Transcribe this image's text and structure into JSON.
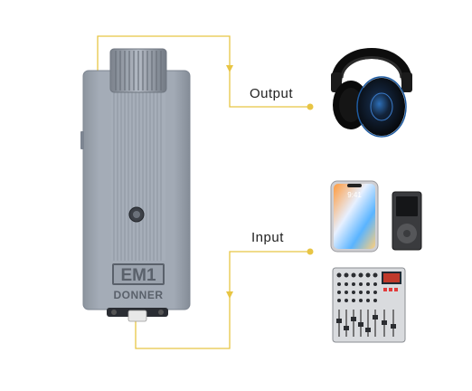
{
  "labels": {
    "output": "Output",
    "input": "Input"
  },
  "device": {
    "model": "EM1",
    "brand": "DONNER"
  },
  "colors": {
    "connector_line": "#e8c544",
    "device_body": "#9ea6b1",
    "device_dark": "#7d8591"
  },
  "icons": {
    "headphones": "headphones-icon",
    "phone": "smartphone-icon",
    "player": "mp3-player-icon",
    "mixer": "audio-mixer-icon"
  }
}
